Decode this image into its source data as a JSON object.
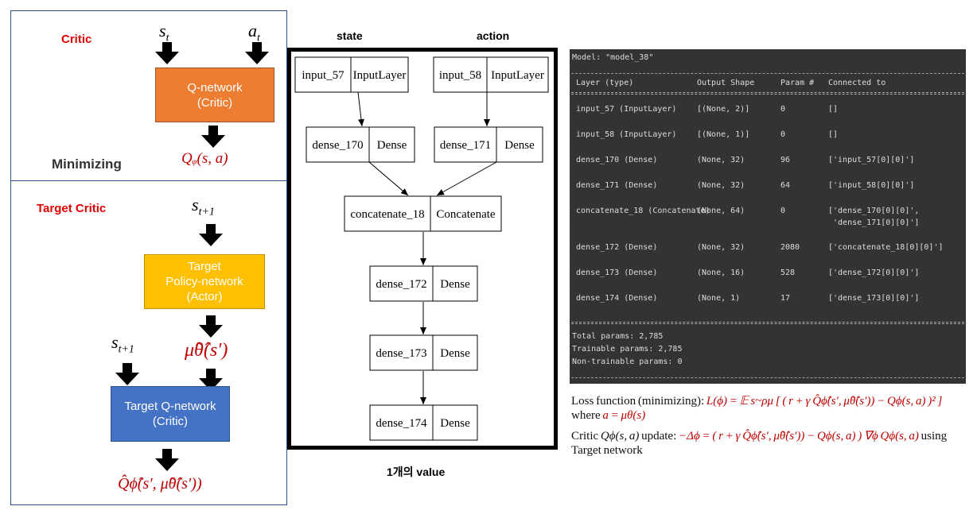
{
  "left": {
    "critic_label": "Critic",
    "s_t": "s",
    "s_t_sub": "t",
    "a_t": "a",
    "a_t_sub": "t",
    "q_network": "Q-network\n(Critic)",
    "q_output": "Qᵩ(s, a)",
    "minimizing": "Minimizing",
    "target_critic_label": "Target Critic",
    "s_t1": "s",
    "s_t1_sub": "t+1",
    "target_policy": "Target\nPolicy-network\n(Actor)",
    "mu_hat": "μ̂θ̂(s′)",
    "s_t1_b": "s",
    "s_t1_b_sub": "t+1",
    "target_q": "Target Q-network\n(Critic)",
    "q_hat_output": "Q̂ϕ̂(s′, μ̂θ̂(s′))",
    "colors": {
      "orange": "#ED7D31",
      "yellow": "#FFC000",
      "blue": "#4472C4",
      "red": "#C00000",
      "border": "#2F4F8F"
    }
  },
  "graph": {
    "state_label": "state",
    "action_label": "action",
    "output_label": "1개의 value",
    "nodes": [
      {
        "name": "input_57",
        "type": "InputLayer"
      },
      {
        "name": "input_58",
        "type": "InputLayer"
      },
      {
        "name": "dense_170",
        "type": "Dense"
      },
      {
        "name": "dense_171",
        "type": "Dense"
      },
      {
        "name": "concatenate_18",
        "type": "Concatenate"
      },
      {
        "name": "dense_172",
        "type": "Dense"
      },
      {
        "name": "dense_173",
        "type": "Dense"
      },
      {
        "name": "dense_174",
        "type": "Dense"
      }
    ]
  },
  "summary": {
    "model": "Model: \"model_38\"",
    "headers": [
      "Layer (type)",
      "Output Shape",
      "Param #",
      "Connected to"
    ],
    "rows": [
      [
        "input_57 (InputLayer)",
        "[(None, 2)]",
        "0",
        "[]"
      ],
      [
        "input_58 (InputLayer)",
        "[(None, 1)]",
        "0",
        "[]"
      ],
      [
        "dense_170 (Dense)",
        "(None, 32)",
        "96",
        "['input_57[0][0]']"
      ],
      [
        "dense_171 (Dense)",
        "(None, 32)",
        "64",
        "['input_58[0][0]']"
      ],
      [
        "concatenate_18 (Concatenate)",
        "(None, 64)",
        "0",
        "['dense_170[0][0]',\n 'dense_171[0][0]']"
      ],
      [
        "dense_172 (Dense)",
        "(None, 32)",
        "2080",
        "['concatenate_18[0][0]']"
      ],
      [
        "dense_173 (Dense)",
        "(None, 16)",
        "528",
        "['dense_172[0][0]']"
      ],
      [
        "dense_174 (Dense)",
        "(None, 1)",
        "17",
        "['dense_173[0][0]']"
      ]
    ],
    "total": "Total params: 2,785",
    "trainable": "Trainable params: 2,785",
    "non_trainable": "Non-trainable params: 0"
  },
  "formulas": {
    "loss_prefix": "Loss function (minimizing):",
    "loss": "L(ϕ) = 𝔼 s~ρμ [ ( r + γ Q̂ϕ̂(s′, μ̂θ̂(s′)) − Qϕ(s, a) )² ]",
    "loss_where": "where",
    "loss_a": "a = μθ(s)",
    "update_prefix": "Critic",
    "update_q": "Qϕ(s, a)",
    "update_word": "update:",
    "update": "−Δϕ = ( r + γ Q̂ϕ̂(s′, μ̂θ̂(s′)) − Qϕ(s, a) ) ∇ϕ Qϕ(s, a)",
    "update_suffix": "using Target network"
  }
}
